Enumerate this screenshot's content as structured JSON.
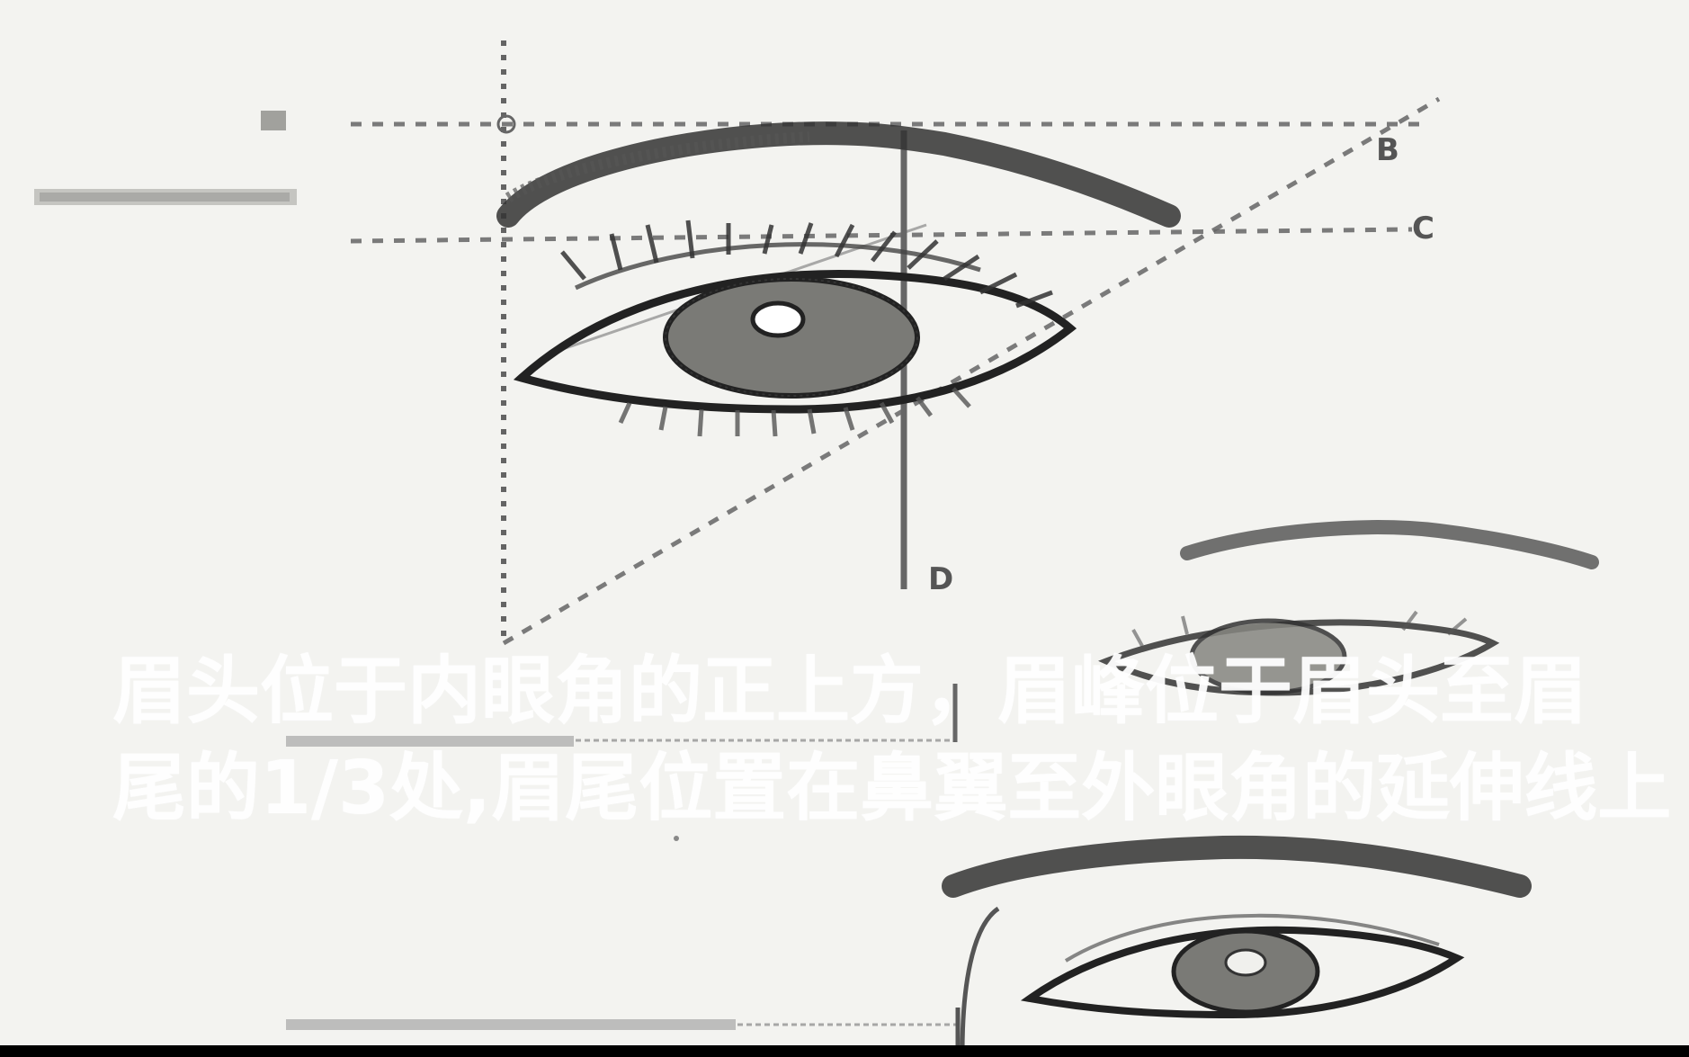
{
  "slide": {
    "caption_line1": "眉头位于内眼角的正上方，眉峰位于眉头至眉",
    "caption_line2": "尾的1/3处,眉尾位置在鼻翼至外眼角的延伸线上",
    "diagram_labels": {
      "label_b": "B",
      "label_c": "C",
      "label_d": "D"
    }
  }
}
